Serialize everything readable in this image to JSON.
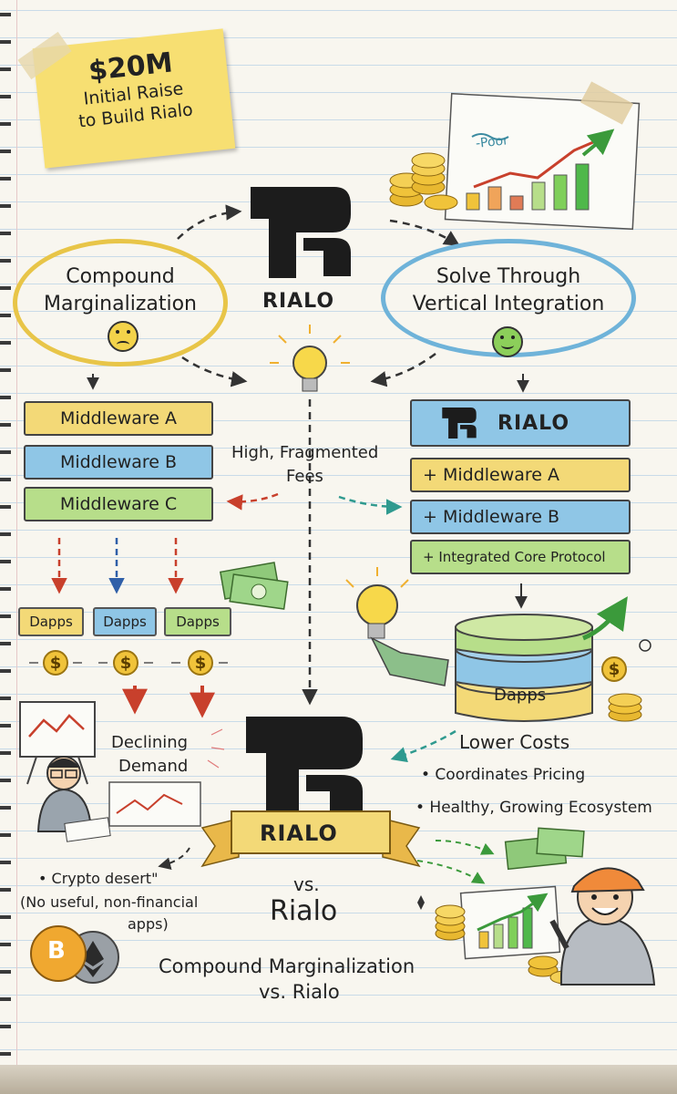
{
  "sticky_note": {
    "amount": "$20M",
    "line1": "Initial Raise",
    "line2": "to Build Rialo"
  },
  "chart_scribble": "-Poor",
  "logo": {
    "word_top": "RIALO",
    "word_stack": "RIALO",
    "word_banner": "RIALO"
  },
  "left_bubble": {
    "line1": "Compound",
    "line2": "Marginalization"
  },
  "right_bubble": {
    "line1": "Solve Through",
    "line2": "Vertical Integration"
  },
  "center_label": {
    "line1": "High, Fragmented",
    "line2": "Fees"
  },
  "left_stack": [
    "Middleware A",
    "Middleware B",
    "Middleware C"
  ],
  "dapps_left": [
    "Dapps",
    "Dapps",
    "Dapps"
  ],
  "right_stack": {
    "items": [
      "+ Middleware A",
      "+ Middleware B",
      "+ Integrated Core Protocol"
    ]
  },
  "cylinder_label": "Dapps",
  "declining": {
    "line1": "Declining",
    "line2": "Demand"
  },
  "benefits": {
    "heading": "Lower Costs",
    "items": [
      "• Coordinates Pricing",
      "• Healthy, Growing Ecosystem"
    ]
  },
  "desert": {
    "line1": "• Crypto desert\"",
    "line2": "(No useful, non-financial",
    "line3": "apps)"
  },
  "vs_label": "vs.",
  "rialo_word": "Rialo",
  "footer": {
    "line1": "Compound Marginalization",
    "line2": "vs. Rialo"
  },
  "coin_glyphs": {
    "bitcoin": "B",
    "dollar": "$"
  },
  "colors": {
    "yellow": "#f3d977",
    "blue": "#8fc6e6",
    "green": "#b7de8a",
    "arrow_red": "#c8402c",
    "arrow_blue": "#2f5fa8",
    "arrow_teal": "#2f9a8f"
  }
}
